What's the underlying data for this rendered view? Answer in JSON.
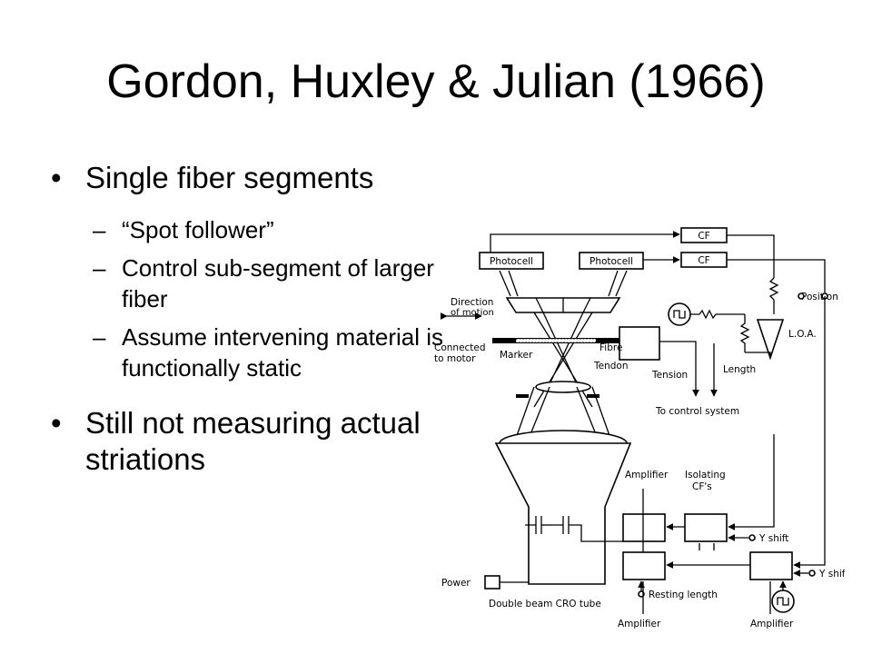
{
  "slide": {
    "title": "Gordon, Huxley & Julian (1966)",
    "bullets": [
      {
        "text": "Single fiber segments"
      },
      {
        "text": "“Spot follower”"
      },
      {
        "text": "Control sub-segment of larger fiber"
      },
      {
        "text": "Assume intervening material is functionally static"
      },
      {
        "text": "Still not measuring actual striations"
      }
    ]
  },
  "diagram": {
    "labels": {
      "cf1": "CF",
      "cf2": "CF",
      "photocell_left": "Photocell",
      "photocell_right": "Photocell",
      "direction1": "Direction",
      "direction2": "of motion",
      "position": "Position",
      "loa": "L.O.A.",
      "connected1": "Connected",
      "connected2": "to motor",
      "marker": "Marker",
      "fibre": "Fibre",
      "tendon": "Tendon",
      "tension": "Tension",
      "length": "Length",
      "to_control": "To control system",
      "amplifier_top": "Amplifier",
      "isolating1": "Isolating",
      "isolating2": "CF's",
      "yshift1": "Y shift",
      "yshift2": "Y shift",
      "power": "Power",
      "resting_length": "Resting length",
      "cro_tube": "Double beam CRO tube",
      "amplifier_bottom_left": "Amplifier",
      "amplifier_bottom_right": "Amplifier"
    }
  }
}
